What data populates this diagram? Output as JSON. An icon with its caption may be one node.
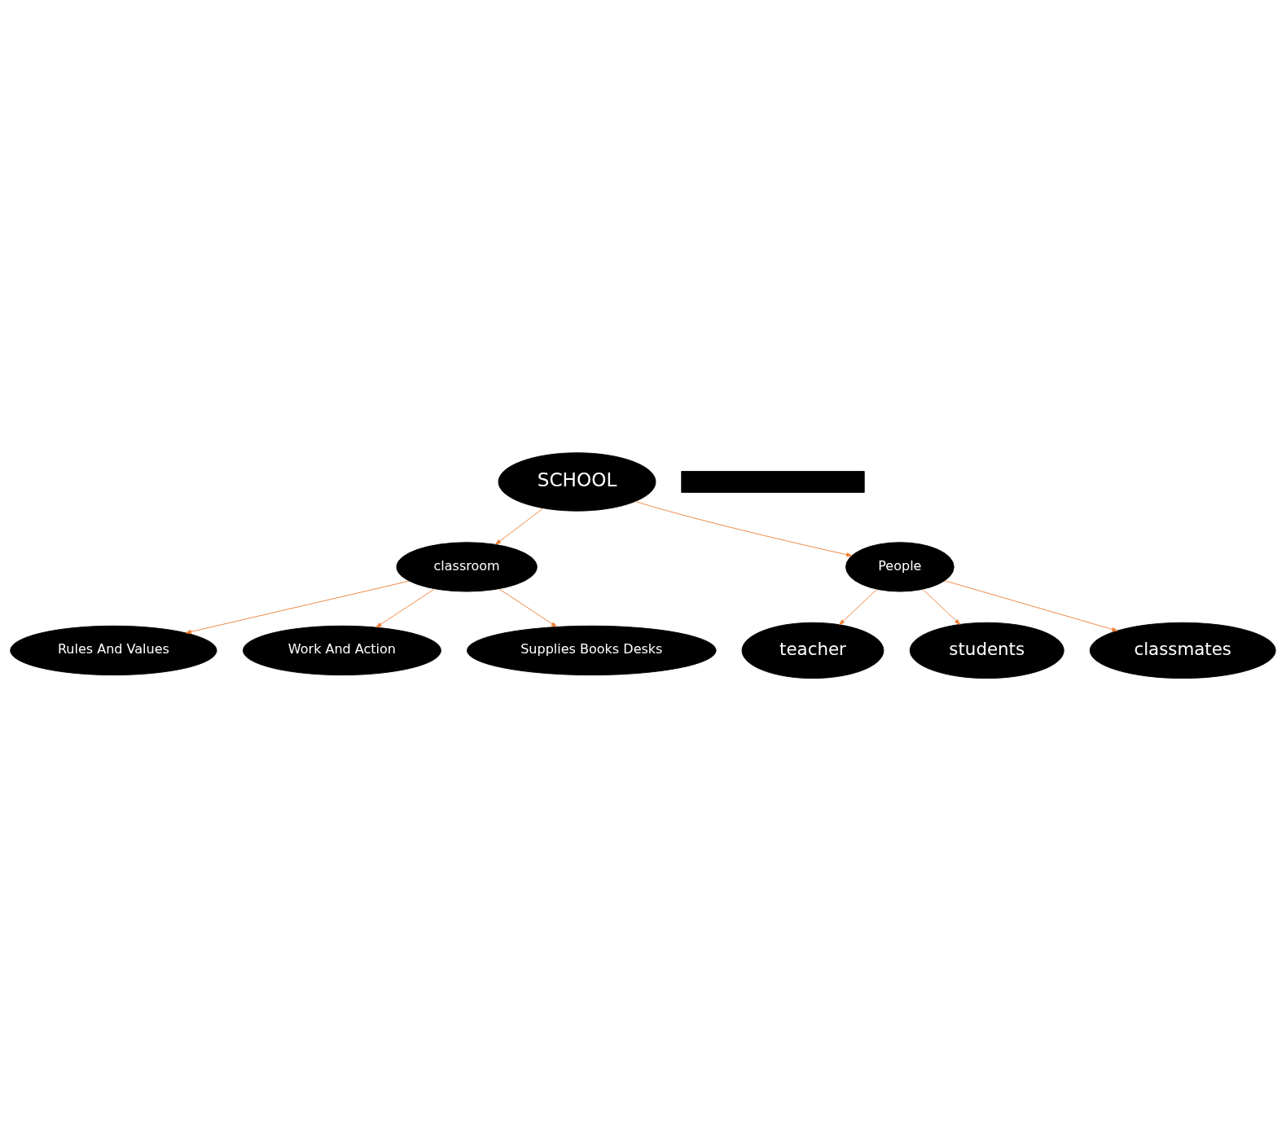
{
  "diagram": {
    "nodes": [
      {
        "text": [
          "Rules And Values"
        ]
      },
      {
        "text": [
          "Work And Action"
        ]
      },
      {
        "text": [
          "teacher"
        ]
      },
      {
        "text": [
          "students"
        ]
      },
      {
        "text": [
          "classroom"
        ]
      },
      {
        "text": [
          "SCHOOL"
        ]
      },
      {
        "text": [
          "People"
        ]
      },
      {
        "text": [
          "Supplies Books Desks"
        ]
      },
      {
        "text": [
          "classmates"
        ]
      },
      {
        "text": [],
        "shape": "bar"
      }
    ],
    "edges": [
      {
        "from": 5,
        "to": 4,
        "arrow": "to",
        "color": "#ed7d31"
      },
      {
        "from": 5,
        "to": 6,
        "arrow": "to",
        "color": "#ed7d31"
      },
      {
        "from": 4,
        "to": 0,
        "arrow": "to",
        "color": "#ed7d31"
      },
      {
        "from": 4,
        "to": 1,
        "arrow": "to",
        "color": "#ed7d31"
      },
      {
        "from": 4,
        "to": 7,
        "arrow": "to",
        "color": "#ed7d31"
      },
      {
        "from": 6,
        "to": 3,
        "arrow": "to",
        "color": "#ed7d31"
      },
      {
        "from": 6,
        "to": 2,
        "arrow": "to",
        "color": "#ed7d31"
      },
      {
        "from": 6,
        "to": 8,
        "arrow": "to",
        "color": "#ed7d31"
      }
    ]
  }
}
